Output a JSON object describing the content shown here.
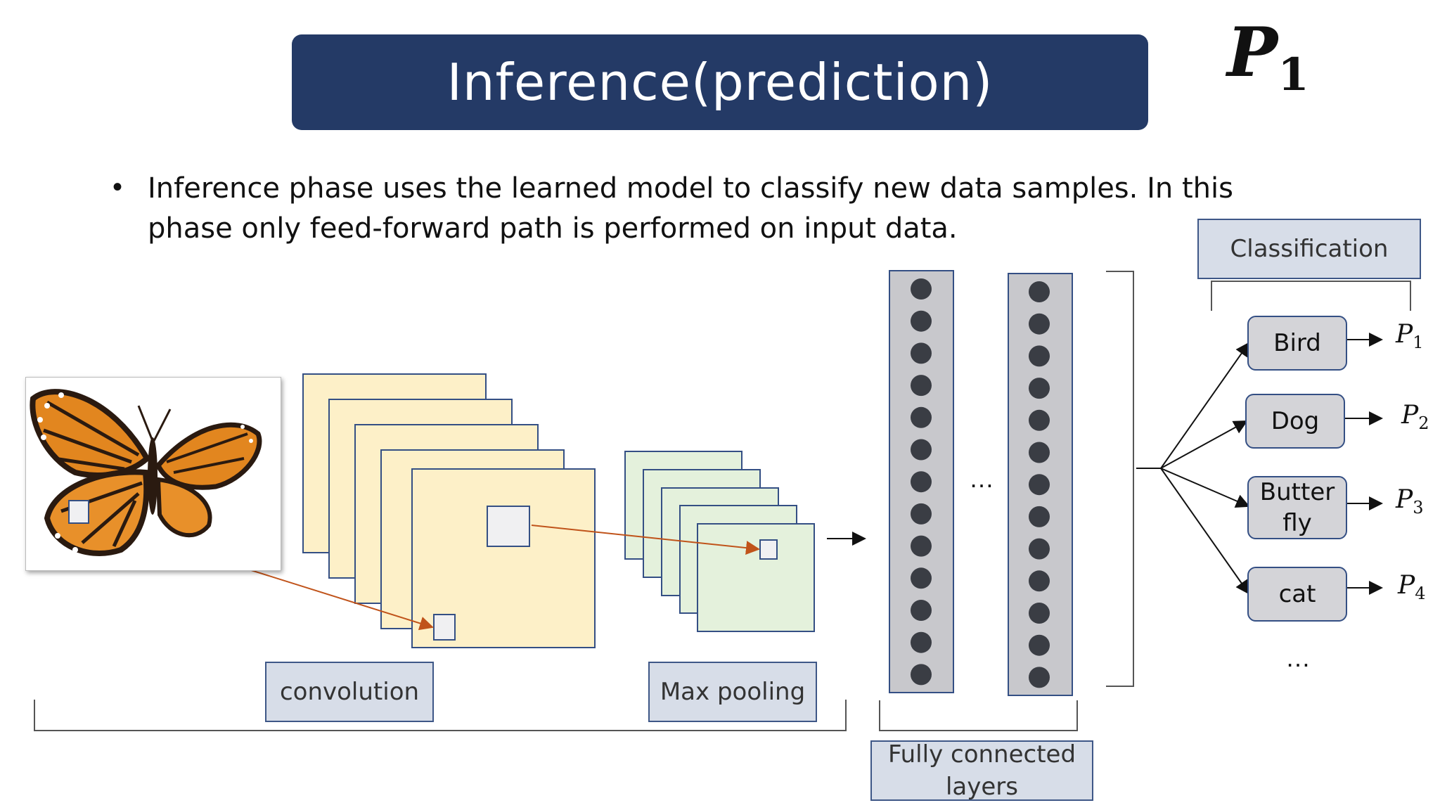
{
  "title": "Inference(prediction)",
  "corner_symbol": {
    "letter": "P",
    "sub": "1"
  },
  "bullet": "Inference phase uses the learned model to classify new data samples. In this phase only feed-forward path is performed on input data.",
  "labels": {
    "convolution": "convolution",
    "max_pooling": "Max pooling",
    "fully_connected": "Fully connected layers",
    "classification": "Classification"
  },
  "ellipsis_fc": "…",
  "ellipsis_classes": "…",
  "classes": [
    {
      "name": "Bird",
      "prob": "P",
      "sub": "1"
    },
    {
      "name": "Dog",
      "prob": "P",
      "sub": "2"
    },
    {
      "name": "Butter fly",
      "prob": "P",
      "sub": "3"
    },
    {
      "name": "cat",
      "prob": "P",
      "sub": "4"
    }
  ],
  "colors": {
    "title_bg": "#243a66",
    "conv_fill": "#fdf0c8",
    "pool_fill": "#e4f1dc",
    "fc_fill": "#c8c8cc",
    "node_fill": "#3a3d44",
    "arrow_color": "#c0531a",
    "box_border": "#3e5787"
  }
}
